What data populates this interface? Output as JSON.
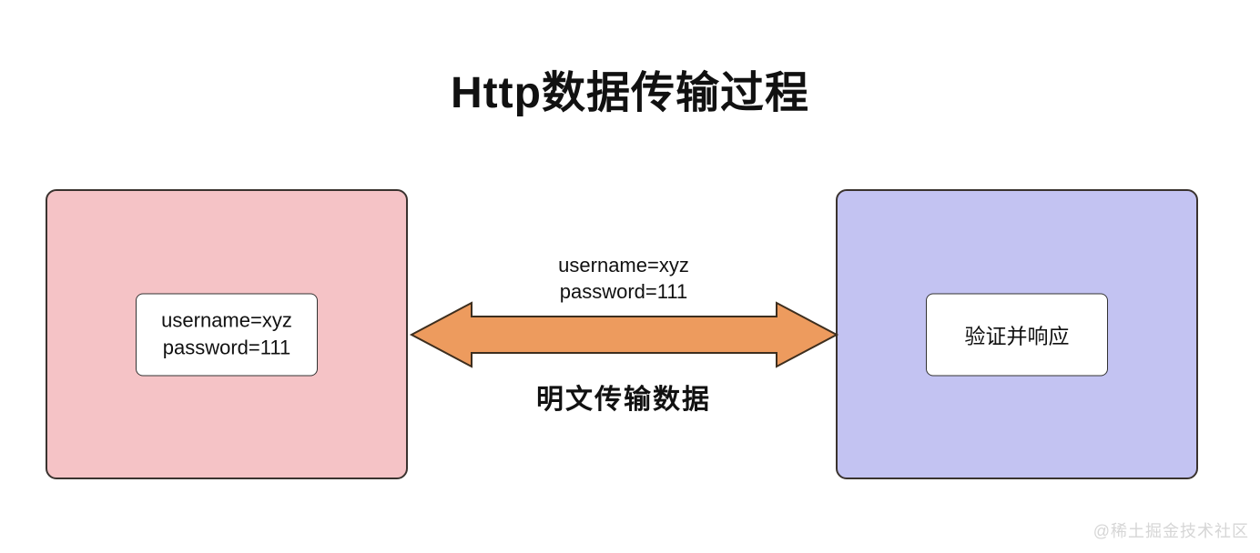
{
  "title": "Http数据传输过程",
  "client_box": {
    "line1": "username=xyz",
    "line2": "password=111"
  },
  "server_box": {
    "label": "验证并响应"
  },
  "transfer": {
    "payload_line1": "username=xyz",
    "payload_line2": "password=111",
    "caption": "明文传输数据"
  },
  "colors": {
    "client_bg": "#F5C3C6",
    "server_bg": "#C3C3F2",
    "arrow_fill": "#ED9B5E",
    "arrow_stroke": "#3D2E1E"
  },
  "watermark": "@稀土掘金技术社区"
}
